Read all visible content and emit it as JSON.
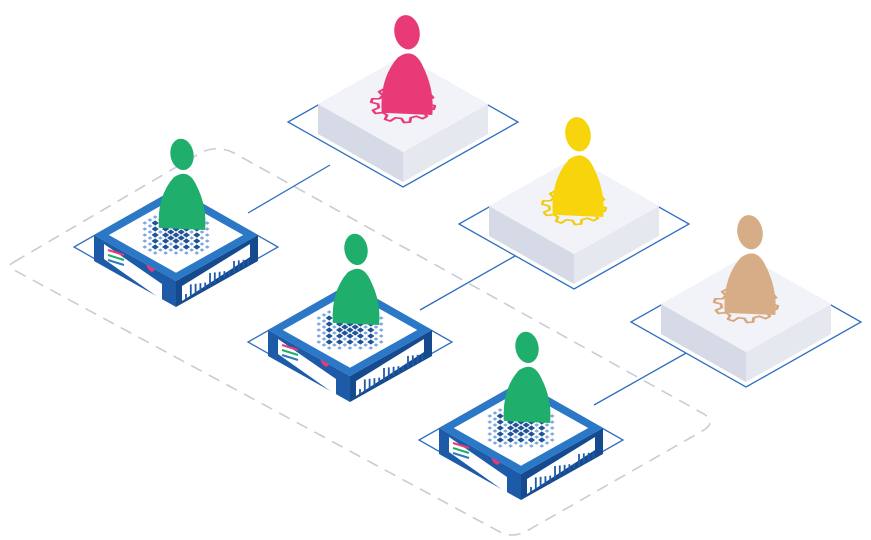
{
  "colors": {
    "background": "#ffffff",
    "outline_blue": "#2f6fc0",
    "dashed_group": "#c5cdd9",
    "platform_top": "#f1f3f8",
    "platform_left": "#d6d9e6",
    "platform_right": "#e6e8f0",
    "server_top": "#ffffff",
    "server_frame": "#2a78c6",
    "server_side": "#1d5aa8",
    "server_side_dark": "#154a8e",
    "pattern_dark": "#1f5598",
    "pattern_light": "#7fa8dd"
  },
  "managers": [
    {
      "name": "manager-pink",
      "person_color": "#e83a76",
      "gear_color": "#e83a76",
      "icon": "gear-icon"
    },
    {
      "name": "manager-yellow",
      "person_color": "#f7d40c",
      "gear_color": "#f2cc12",
      "icon": "gear-icon"
    },
    {
      "name": "manager-tan",
      "person_color": "#d6ad86",
      "gear_color": "#d7a67a",
      "icon": "gear-icon"
    }
  ],
  "nodes": [
    {
      "name": "server-node-left",
      "person_color": "#1fae6b",
      "icon": "server-appliance-icon"
    },
    {
      "name": "server-node-middle",
      "person_color": "#1fae6b",
      "icon": "server-appliance-icon"
    },
    {
      "name": "server-node-right",
      "person_color": "#1fae6b",
      "icon": "server-appliance-icon"
    }
  ]
}
